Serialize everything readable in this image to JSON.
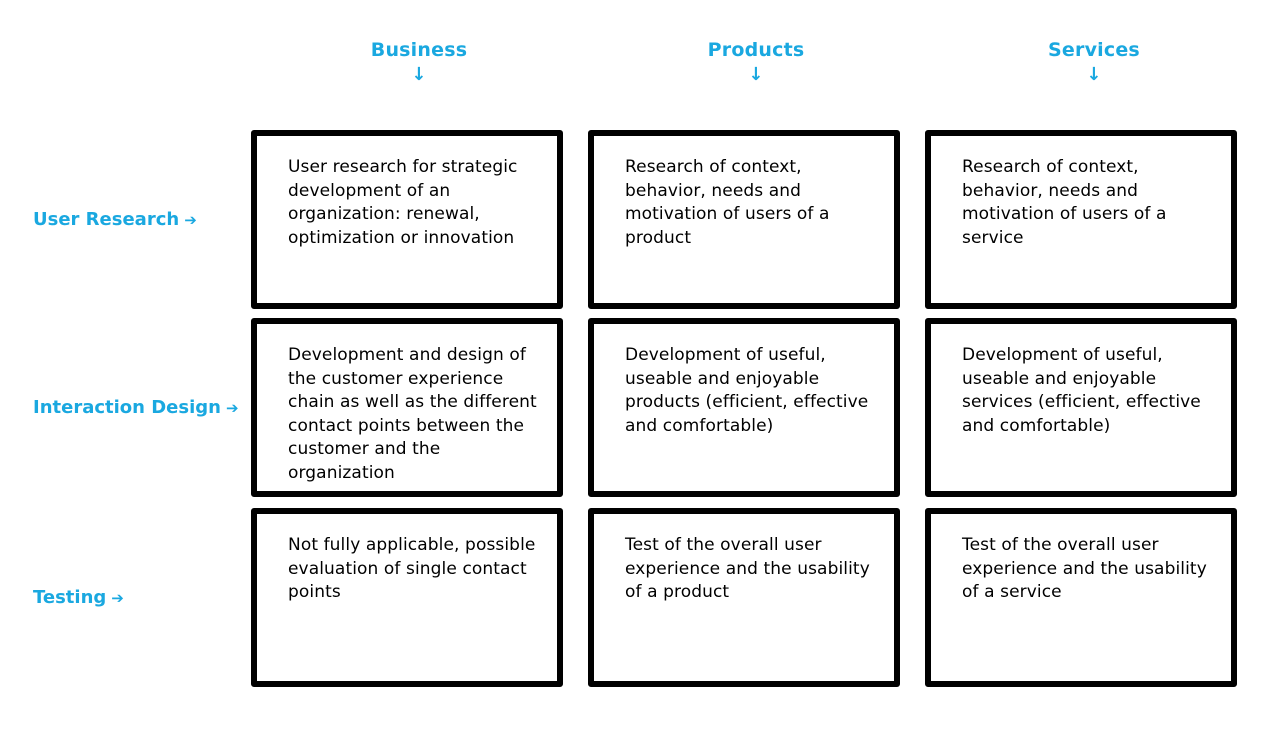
{
  "columns": [
    {
      "label": "Business",
      "arrow": "↓"
    },
    {
      "label": "Products",
      "arrow": "↓"
    },
    {
      "label": "Services",
      "arrow": "↓"
    }
  ],
  "rows": [
    {
      "label": "User Research",
      "arrow": "➔"
    },
    {
      "label": "Interaction Design",
      "arrow": "➔"
    },
    {
      "label": "Testing",
      "arrow": "➔"
    }
  ],
  "cells": [
    [
      "User research for strategic development of an organization: renewal, optimization or innovation",
      "Research of context, behavior, needs and motivation of users of a product",
      "Research of context, behavior, needs and motivation of users of a service"
    ],
    [
      "Development and design of the customer experience chain as well as the different contact points between the customer and the organization",
      "Development of useful, useable and enjoyable products (efficient, effective and comfortable)",
      "Development of useful, useable and enjoyable services (efficient, effective and comfortable)"
    ],
    [
      "Not fully applicable, possible evaluation of single contact points",
      "Test of the overall user experience and the usability of a product",
      "Test of the overall user experience and the usability of a service"
    ]
  ],
  "colors": {
    "accent": "#1aa8e0",
    "border": "#000000"
  }
}
